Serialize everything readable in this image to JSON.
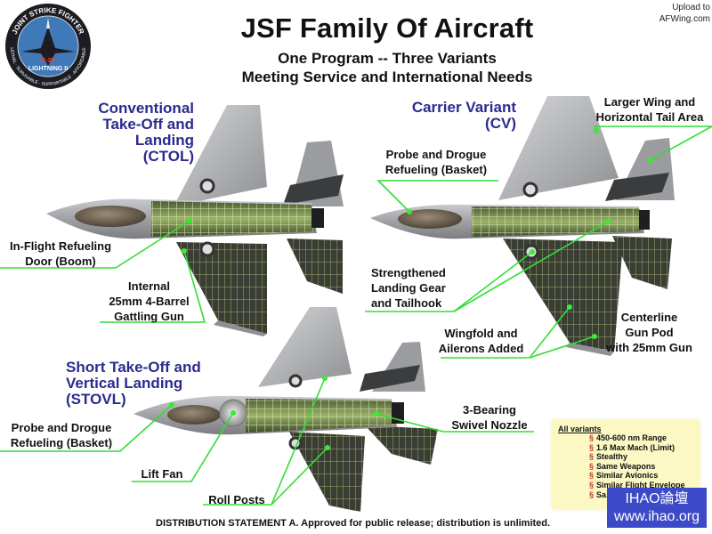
{
  "header": {
    "title": "JSF Family Of Aircraft",
    "subtitle_1": "One Program -- Three Variants",
    "subtitle_2": "Meeting Service and International Needs",
    "upload_line_1": "Upload to",
    "upload_line_2": "AFWing.com"
  },
  "logo": {
    "ring_top": "JOINT STRIKE FIGHTER",
    "ring_bottom": "LETHAL · SURVIVABLE · SUPPORTABLE · AFFORDABLE",
    "model": "F-35",
    "name": "LIGHTNING II"
  },
  "variants": {
    "ctol": {
      "line_1": "Conventional",
      "line_2": "Take-Off and",
      "line_3": "Landing",
      "line_4": "(CTOL)",
      "callouts": [
        {
          "line_1": "In-Flight Refueling",
          "line_2": "Door (Boom)"
        },
        {
          "line_1": "Internal",
          "line_2": "25mm 4-Barrel",
          "line_3": "Gattling Gun"
        }
      ]
    },
    "cv": {
      "line_1": "Carrier Variant",
      "line_2": "(CV)",
      "callouts": [
        {
          "line_1": "Larger Wing and",
          "line_2": "Horizontal Tail Area"
        },
        {
          "line_1": "Probe and Drogue",
          "line_2": "Refueling (Basket)"
        },
        {
          "line_1": "Strengthened",
          "line_2": "Landing Gear",
          "line_3": "and Tailhook"
        },
        {
          "line_1": "Wingfold and",
          "line_2": "Ailerons Added"
        },
        {
          "line_1": "Centerline",
          "line_2": "Gun Pod",
          "line_3": "with 25mm Gun"
        }
      ]
    },
    "stovl": {
      "line_1": "Short Take-Off and",
      "line_2": "Vertical Landing",
      "line_3": "(STOVL)",
      "callouts": [
        {
          "line_1": "Probe and Drogue",
          "line_2": "Refueling (Basket)"
        },
        {
          "line_1": "Lift Fan"
        },
        {
          "line_1": "Roll Posts"
        },
        {
          "line_1": "3-Bearing",
          "line_2": "Swivel Nozzle"
        }
      ]
    }
  },
  "info_box": {
    "header": "All variants",
    "bullet_symbol": "§",
    "items": [
      "450-600 nm Range",
      "1.6 Max Mach (Limit)",
      "Stealthy",
      "Same Weapons",
      "Similar Avionics",
      "Similar Flight Envelope",
      "Sa..."
    ]
  },
  "watermark": {
    "line_1": "IHAO論壇",
    "line_2": "www.ihao.org"
  },
  "footer": {
    "distribution": "DISTRIBUTION STATEMENT A.  Approved for public release; distribution is unlimited."
  },
  "colors": {
    "leader_line": "#33dd33",
    "variant_title": "#2b2b8f",
    "airframe": "#a9aaad",
    "info_box_bg": "#fbf8c4",
    "watermark_bg": "#3c4ac8"
  }
}
